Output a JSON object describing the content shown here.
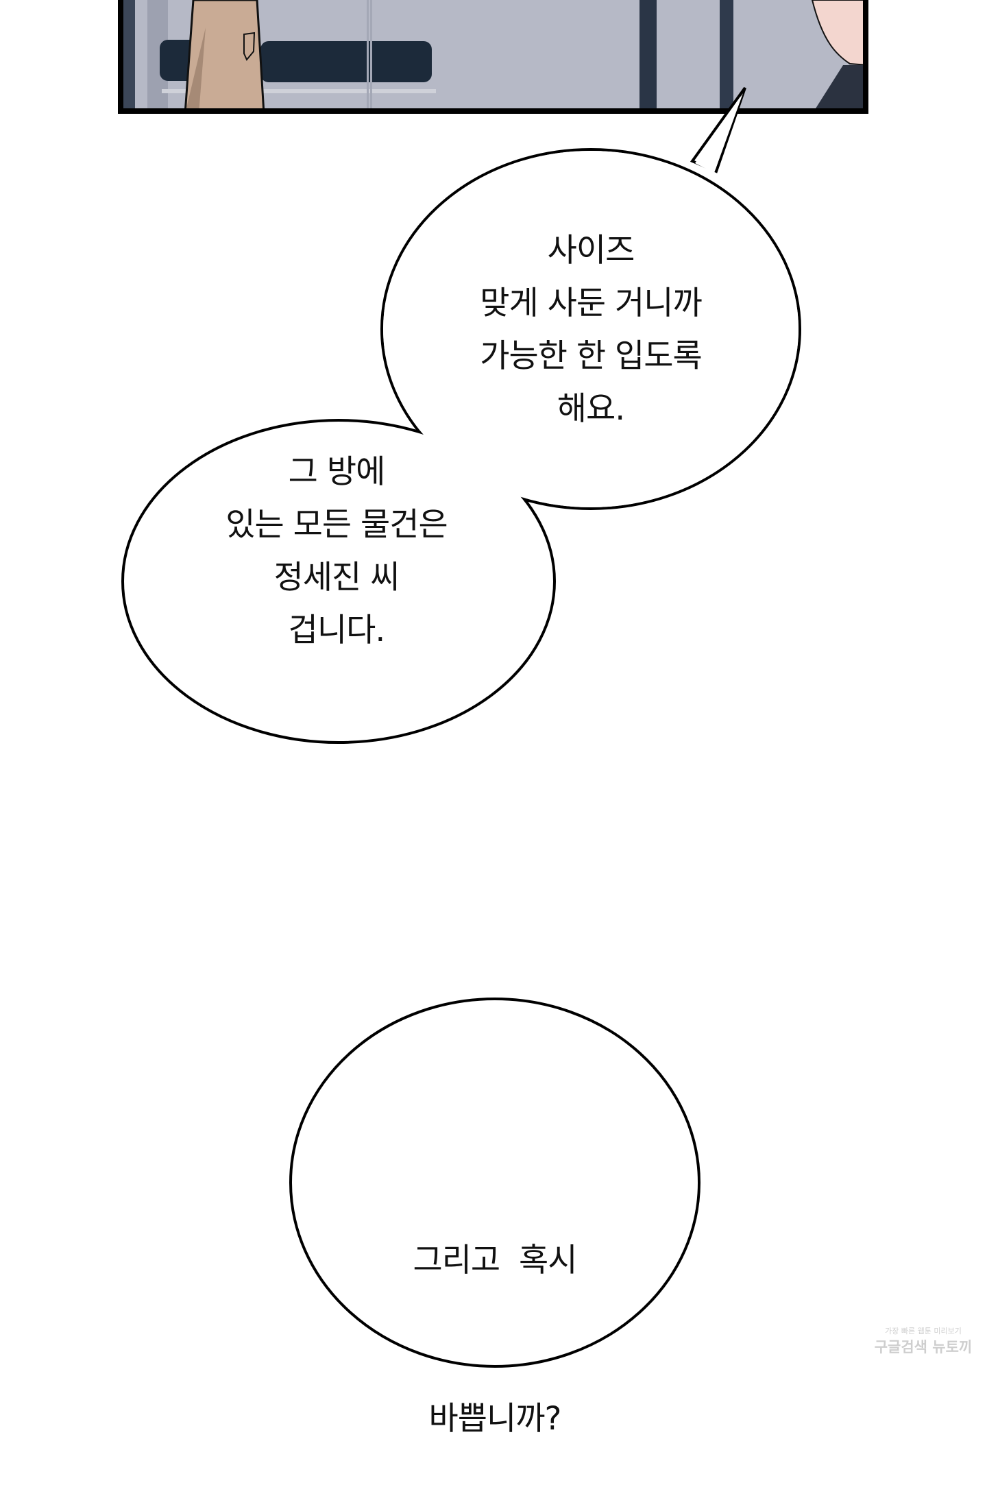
{
  "panel": {
    "description_colors": {
      "wall": "#b9bcc8",
      "bench": "#1c2a3a",
      "shirt": "#c9ab95",
      "border": "#000000"
    }
  },
  "bubbles": [
    {
      "lines": [
        "사이즈",
        "맞게 사둔 거니까",
        "가능한 한 입도록",
        "해요."
      ]
    },
    {
      "lines": [
        "그 방에",
        "있는 모든 물건은",
        "정세진 씨",
        "겁니다."
      ]
    },
    {
      "lines": [
        "그리고  혹시",
        "바쁩니까?"
      ]
    }
  ],
  "watermark": {
    "line1": "가장 빠른 웹툰 미리보기",
    "line2": "구글검색 뉴토끼"
  }
}
